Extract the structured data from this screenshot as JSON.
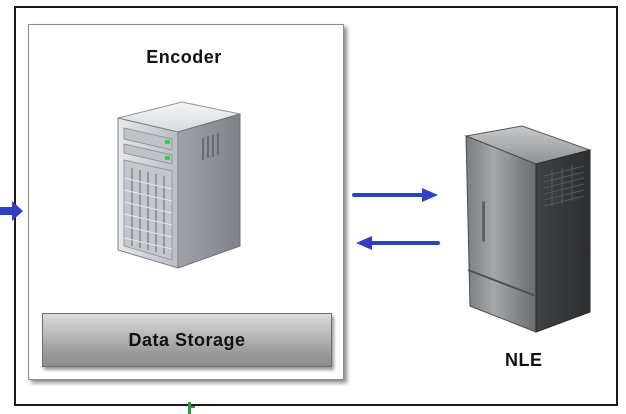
{
  "diagram": {
    "encoder": {
      "label": "Encoder",
      "icon": "server-tower-icon"
    },
    "storage": {
      "label": "Data Storage"
    },
    "nle": {
      "label": "NLE",
      "icon": "dark-server-tower-icon"
    },
    "connections": [
      {
        "from": "encoder",
        "to": "nle",
        "direction": "right"
      },
      {
        "from": "nle",
        "to": "encoder",
        "direction": "left"
      },
      {
        "from": "external-left",
        "to": "encoder",
        "direction": "right"
      },
      {
        "from": "encoder",
        "to": "external-bottom",
        "direction": "down"
      }
    ],
    "colors": {
      "arrow": "#2f3fc6",
      "bottom_marker": "#2e9a3c",
      "frame": "#1a1a1a",
      "storage": "#a8a8a8",
      "led": "#39d04a"
    }
  }
}
